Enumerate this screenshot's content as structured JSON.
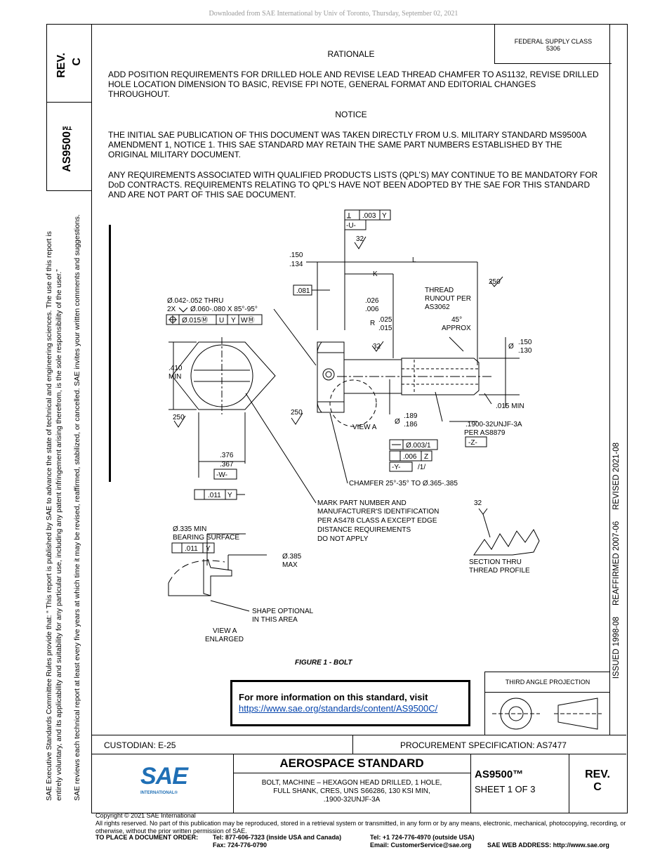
{
  "download_notice": "Downloaded from SAE International by Univ of Toronto, Thursday, September 02, 2021",
  "left_rail": {
    "rev_label": "REV.",
    "rev_value": "C",
    "doc_number": "AS9500™",
    "disclaimer_line1": "SAE Executive Standards Committee Rules provide that: “ This report is published by SAE to advance the state of technical and engineering sciences. The use of this report is",
    "disclaimer_line2": "entirely voluntary, and its applicability and suitability for any particular use, including any patent infringement arising therefrom, is the sole responsibility of the user.”",
    "disclaimer_line3": "SAE reviews each technical report at least every five years at which time it may be revised, reaffirmed, stabilized, or cancelled. SAE invites your written comments and suggestions."
  },
  "right_rail": {
    "history": "ISSUED 1998-08     REAFFIRMED 2007-06     REVISED 2021-08"
  },
  "fsc": {
    "label": "FEDERAL SUPPLY CLASS",
    "value": "5306"
  },
  "rationale": {
    "heading": "RATIONALE",
    "text": "ADD POSITION REQUIREMENTS FOR DRILLED HOLE AND REVISE LEAD THREAD CHAMFER TO AS1132, REVISE DRILLED HOLE LOCATION DIMENSION TO BASIC, REVISE FPI NOTE, GENERAL FORMAT AND EDITORIAL CHANGES THROUGHOUT."
  },
  "notice": {
    "heading": "NOTICE",
    "para1": "THE INITIAL SAE PUBLICATION OF THIS DOCUMENT WAS TAKEN DIRECTLY FROM U.S. MILITARY STANDARD MS9500A AMENDMENT 1, NOTICE 1. THIS SAE STANDARD MAY RETAIN THE SAME PART NUMBERS ESTABLISHED BY THE ORIGINAL MILITARY DOCUMENT.",
    "para2": "ANY REQUIREMENTS ASSOCIATED WITH QUALIFIED PRODUCTS LISTS (QPL’S) MAY CONTINUE TO BE MANDATORY FOR DoD CONTRACTS. REQUIREMENTS RELATING TO QPL’S HAVE NOT BEEN ADOPTED BY THE SAE FOR THIS STANDARD AND ARE NOT PART OF THIS SAE DOCUMENT."
  },
  "drawing": {
    "tol_003": ".003",
    "datum_y": "Y",
    "datum_u": "-U-",
    "finish_32": "32",
    "finish_250": "250",
    "dim_150": ".150",
    "dim_134": ".134",
    "dim_L": "L",
    "dim_K": "K",
    "dim_081": ".081",
    "dim_026": ".026",
    "dim_006": ".006",
    "R": "R",
    "dim_025": ".025",
    "dim_015": ".015",
    "thread_runout": "THREAD",
    "thread_runout2": "RUNOUT PER",
    "thread_runout3": "AS3062",
    "angle45": "45°",
    "approx": "APPROX",
    "dia": "Ø",
    "dia150": ".150",
    "dia130": ".130",
    "min015": ".015 MIN",
    "hole1": "Ø.042-.052 THRU",
    "hole2": "2X",
    "hole2b": "Ø.060-.080 X 85°-95°",
    "fcf_pos": "Ø.015Ⓜ",
    "fcf_U": "U",
    "fcf_Y": "Y",
    "fcf_W": "WⓂ",
    "dim_410": ".410",
    "min": "MIN",
    "dia189": ".189",
    "dia186": ".186",
    "thread": ".1900-32UNJF-3A",
    "per8879": "PER AS8879",
    "datum_z": "-Z-",
    "view_a": "VIEW A",
    "fcf_straight": "Ø.003/1",
    "fcf_006": ".006",
    "fcf_Z": "Z",
    "datum_y2": "-Y-",
    "slash1": "/1/",
    "dim_376": ".376",
    "dim_367": ".367",
    "datum_w": "-W-",
    "fcf_011": ".011",
    "chamfer": "CHAMFER 25°-35° TO Ø.365-.385",
    "mark1": "MARK PART NUMBER AND",
    "mark2": "MANUFACTURER'S IDENTIFICATION",
    "mark3": "PER AS478 CLASS A EXCEPT EDGE",
    "mark4": "DISTANCE REQUIREMENTS",
    "mark5": "DO NOT APPLY",
    "bearing1": "Ø.335 MIN",
    "bearing2": "BEARING SURFACE",
    "dia385": "Ø.385",
    "max": "MAX",
    "section1": "SECTION THRU",
    "section2": "THREAD PROFILE",
    "shape1": "SHAPE OPTIONAL",
    "shape2": "IN THIS AREA",
    "viewa1": "VIEW A",
    "viewa2": "ENLARGED",
    "caption": "FIGURE 1 - BOLT"
  },
  "info_box": {
    "text": "For more information on this standard, visit",
    "link": "https://www.sae.org/standards/content/AS9500C/"
  },
  "third_angle": {
    "label": "THIRD ANGLE PROJECTION"
  },
  "title_block": {
    "custodian": "CUSTODIAN: E-25",
    "procurement": "PROCUREMENT SPECIFICATION: AS7477",
    "logo_text": "SAE",
    "logo_sub": "INTERNATIONAL®",
    "std_title": "AEROSPACE STANDARD",
    "desc1": "BOLT, MACHINE – HEXAGON HEAD DRILLED, 1 HOLE,",
    "desc2": "FULL SHANK, CRES, UNS S66286, 130 KSI MIN,",
    "desc3": ".1900-32UNJF-3A",
    "doc_no": "AS9500™",
    "sheet": "SHEET 1 OF 3",
    "rev_label": "REV.",
    "rev_value": "C"
  },
  "footer": {
    "copyright": "Copyright © 2021 SAE International",
    "rights": "All rights reserved. No part of this publication may be reproduced, stored in a retrieval system or transmitted, in any form or by any means, electronic, mechanical, photocopying, recording, or otherwise, without the prior written permission of SAE.",
    "order_label": "TO PLACE A DOCUMENT ORDER:",
    "tel_us": "Tel: 877-606-7323 (inside USA and Canada)",
    "fax": "Fax: 724-776-0790",
    "tel_out": "Tel: +1 724-776-4970 (outside USA)",
    "email": "Email: CustomerService@sae.org",
    "web": "SAE WEB ADDRESS: http://www.sae.org"
  }
}
